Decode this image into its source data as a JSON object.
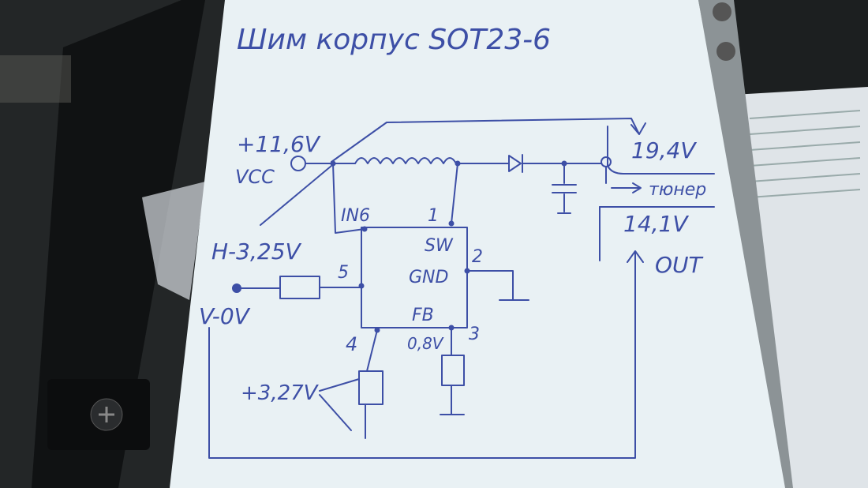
{
  "photo": {
    "title": "Шим корпус SOT23-6",
    "colors": {
      "ink": "#3d4fa6",
      "paper": "#e9f1f4",
      "background": "#1c1f20"
    }
  },
  "schematic": {
    "input": {
      "voltage": "+11,6V",
      "label": "VCC"
    },
    "pins": {
      "in": "IN6",
      "sw_num": "1",
      "sw": "SW",
      "gnd_num": "2",
      "gnd": "GND",
      "en_num": "5",
      "fb_num_left": "4",
      "fb": "FB",
      "fb_num": "3"
    },
    "levels": {
      "h": "H-3,25V",
      "v": "V-0V",
      "fb_voltage": "0,8V",
      "pin4_voltage": "+3,27V"
    },
    "output": {
      "high": "19,4V",
      "tuner": "тюнер",
      "low": "14,1V",
      "out": "OUT"
    }
  }
}
